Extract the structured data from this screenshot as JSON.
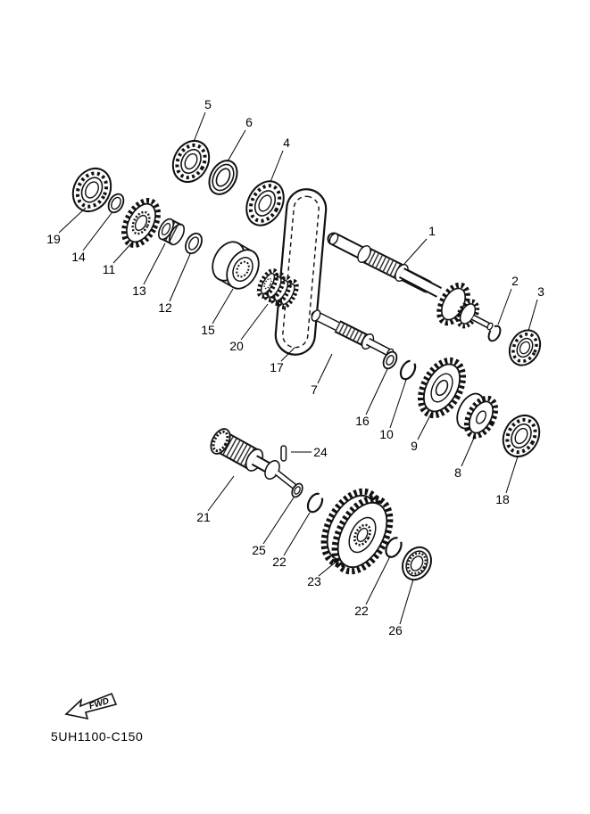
{
  "diagram": {
    "code": "5UH1100-C150",
    "fwd_label": "FWD",
    "callouts": [
      {
        "label": "5"
      },
      {
        "label": "6"
      },
      {
        "label": "4"
      },
      {
        "label": "19"
      },
      {
        "label": "14"
      },
      {
        "label": "11"
      },
      {
        "label": "13"
      },
      {
        "label": "12"
      },
      {
        "label": "15"
      },
      {
        "label": "20"
      },
      {
        "label": "17"
      },
      {
        "label": "1"
      },
      {
        "label": "2"
      },
      {
        "label": "3"
      },
      {
        "label": "7"
      },
      {
        "label": "16"
      },
      {
        "label": "10"
      },
      {
        "label": "9"
      },
      {
        "label": "8"
      },
      {
        "label": "18"
      },
      {
        "label": "21"
      },
      {
        "label": "24"
      },
      {
        "label": "25"
      },
      {
        "label": "22"
      },
      {
        "label": "23"
      },
      {
        "label": "22"
      },
      {
        "label": "26"
      }
    ]
  }
}
